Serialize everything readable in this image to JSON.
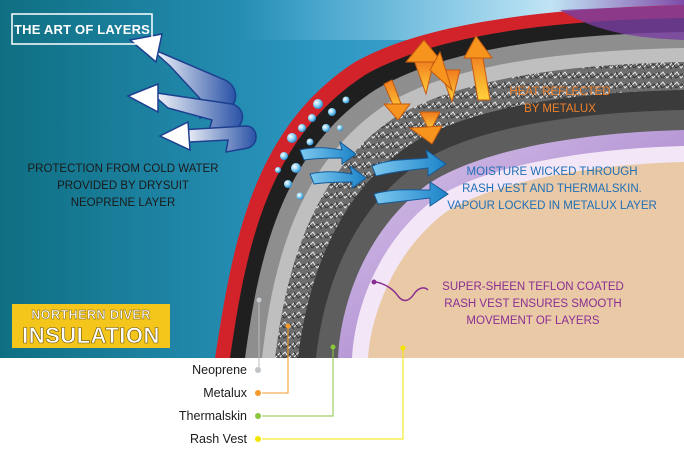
{
  "title_badge": "THE ART OF LAYERS",
  "logo": {
    "line1": "NORTHERN DIVER",
    "line2": "INSULATION"
  },
  "callouts": {
    "cold_water": [
      "PROTECTION FROM COLD WATER",
      "PROVIDED BY DRYSUIT",
      "NEOPRENE LAYER"
    ],
    "heat": [
      "HEAT REFLECTED",
      "BY METALUX"
    ],
    "moisture": [
      "MOISTURE WICKED THROUGH",
      "RASH VEST AND THERMALSKIN.",
      "VAPOUR LOCKED IN METALUX LAYER"
    ],
    "teflon": [
      "SUPER-SHEEN TEFLON COATED",
      "RASH VEST ENSURES SMOOTH",
      "MOVEMENT OF LAYERS"
    ]
  },
  "legend": [
    {
      "label": "Neoprene",
      "color": "#b8bcc0"
    },
    {
      "label": "Metalux",
      "color": "#f39a2b"
    },
    {
      "label": "Thermalskin",
      "color": "#8cc63f"
    },
    {
      "label": "Rash Vest",
      "color": "#f2e500"
    }
  ],
  "colors": {
    "water_dark": "#0e7a8c",
    "water_light": "#56b2dc",
    "drysuit_red": "#d2232a",
    "skin": "#e9c9a6",
    "rash_vest_purple": "#b38bd2",
    "heat_orange": "#f0812a",
    "moisture_blue": "#1f6fb6",
    "teflon_purple": "#8a2f92"
  }
}
